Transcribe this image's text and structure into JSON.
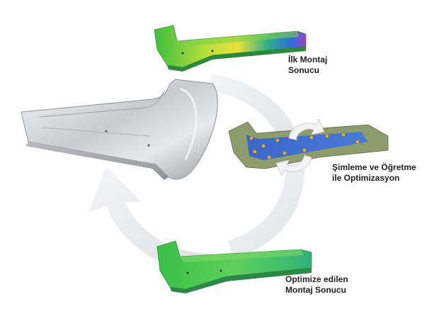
{
  "steps": {
    "initial_result": {
      "line1": "İlk Montaj",
      "line2": "Sonucu"
    },
    "shimming": {
      "line1": "Şimleme ve Öğretme",
      "line2": "ile Optimizasyon"
    },
    "optimized_result": {
      "line1": "Optimize edilen",
      "line2": "Montaj Sonucu"
    }
  },
  "colors": {
    "raw_part": "#d4d6d8",
    "deviation_green": "#3cc24a",
    "deviation_yellow": "#e6e23a",
    "deviation_blue": "#2b6fd6",
    "shim_blue": "#3f6fd0",
    "shim_frame": "#8a9a6a",
    "arrow_gray": "#e9eaec"
  }
}
